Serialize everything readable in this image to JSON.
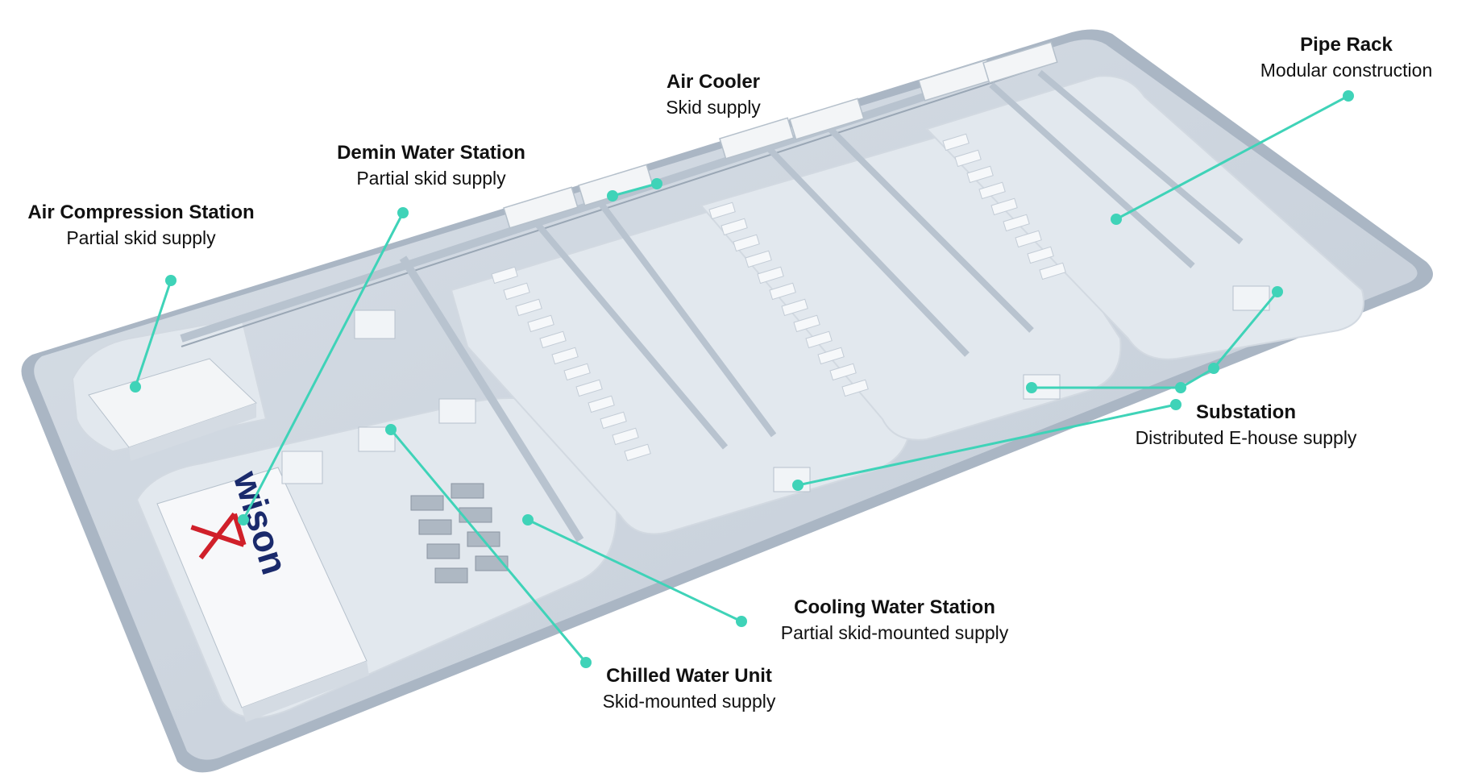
{
  "brand": {
    "logo_text": "wison",
    "logo_color": "#1a2a6c",
    "logo_accent": "#d0202a"
  },
  "colors": {
    "accent": "#3fd3b8",
    "platform": "#c9d3de",
    "zone": "#dfe5ec",
    "equipment": "#f4f6f8"
  },
  "labels": {
    "air_compression": {
      "title": "Air Compression Station",
      "subtitle": "Partial skid supply"
    },
    "demin_water": {
      "title": "Demin Water Station",
      "subtitle": "Partial skid supply"
    },
    "air_cooler": {
      "title": "Air Cooler",
      "subtitle": "Skid supply"
    },
    "pipe_rack": {
      "title": "Pipe Rack",
      "subtitle": "Modular construction"
    },
    "substation": {
      "title": "Substation",
      "subtitle": "Distributed E-house supply"
    },
    "cooling_water": {
      "title": "Cooling Water Station",
      "subtitle": "Partial skid-mounted supply"
    },
    "chilled_water": {
      "title": "Chilled Water Unit",
      "subtitle": "Skid-mounted supply"
    }
  }
}
